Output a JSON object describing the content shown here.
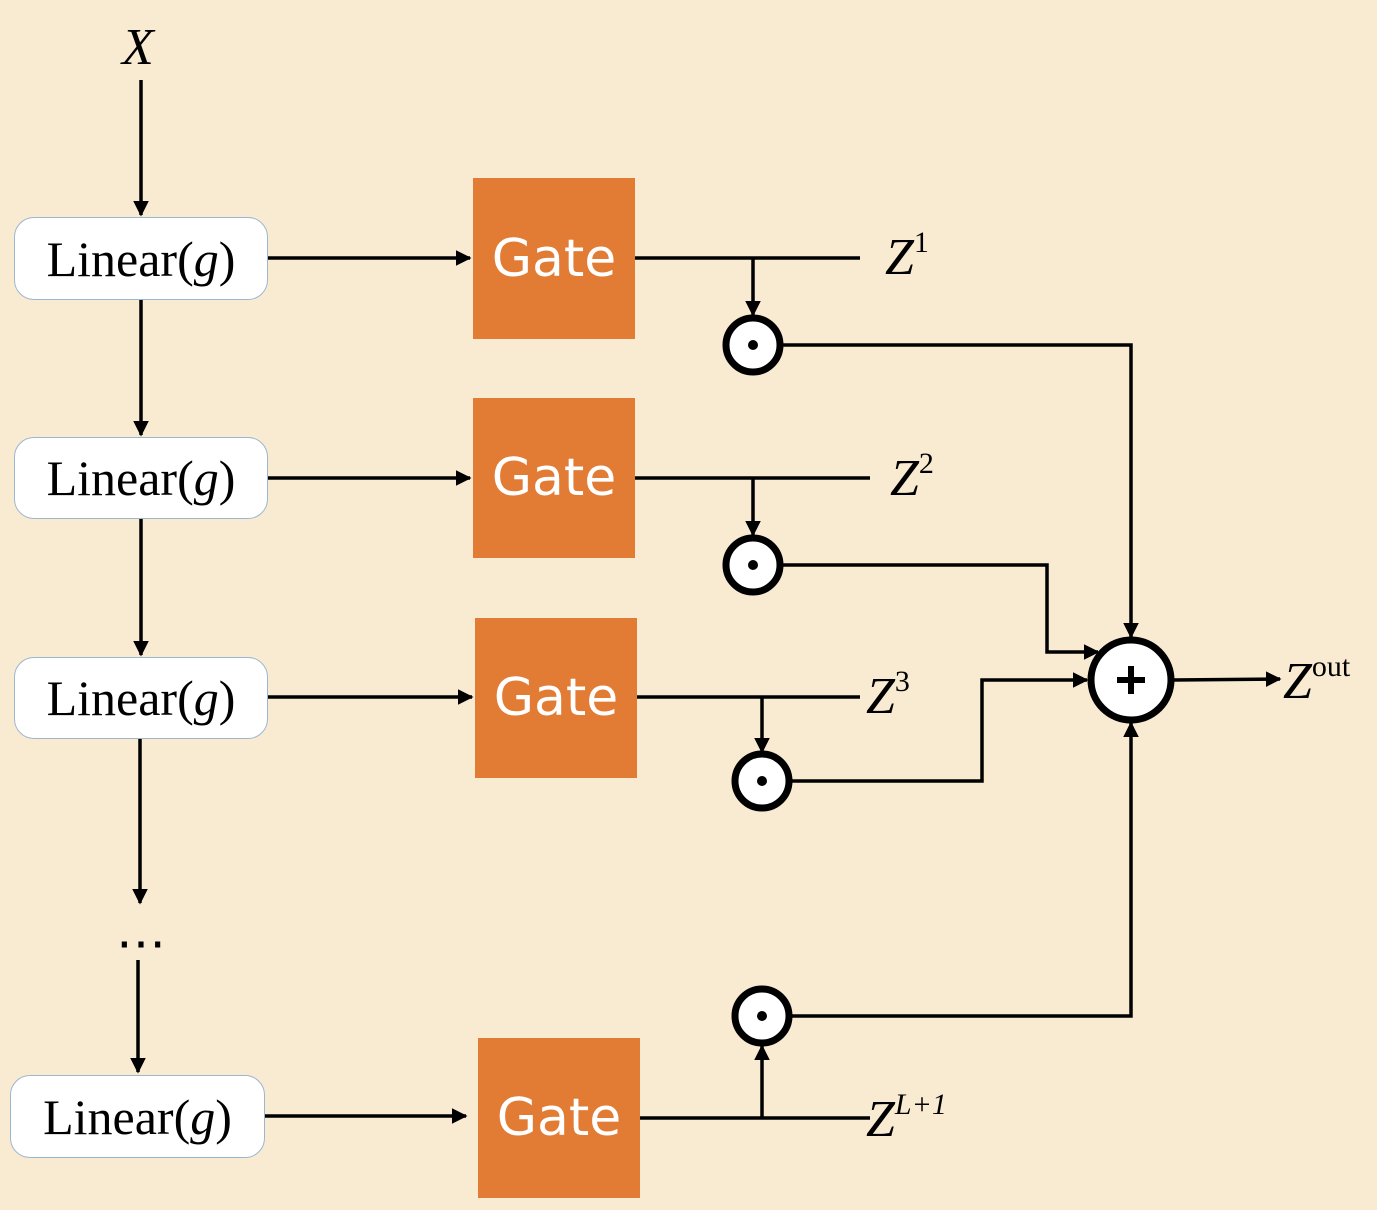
{
  "input_label": "X",
  "linear_blocks": [
    {
      "prefix": "Linear(",
      "var": "g",
      "suffix": ")"
    },
    {
      "prefix": "Linear(",
      "var": "g",
      "suffix": ")"
    },
    {
      "prefix": "Linear(",
      "var": "g",
      "suffix": ")"
    },
    {
      "prefix": "Linear(",
      "var": "g",
      "suffix": ")"
    }
  ],
  "gate_label": "Gate",
  "outputs": [
    {
      "base": "Z",
      "sup": "1"
    },
    {
      "base": "Z",
      "sup": "2"
    },
    {
      "base": "Z",
      "sup": "3"
    },
    {
      "base": "Z",
      "sup": "L+1"
    }
  ],
  "final_output": {
    "base": "Z",
    "sup": "out"
  },
  "ellipsis": "⋯",
  "operators": {
    "hadamard": "⊙",
    "sum": "+"
  }
}
